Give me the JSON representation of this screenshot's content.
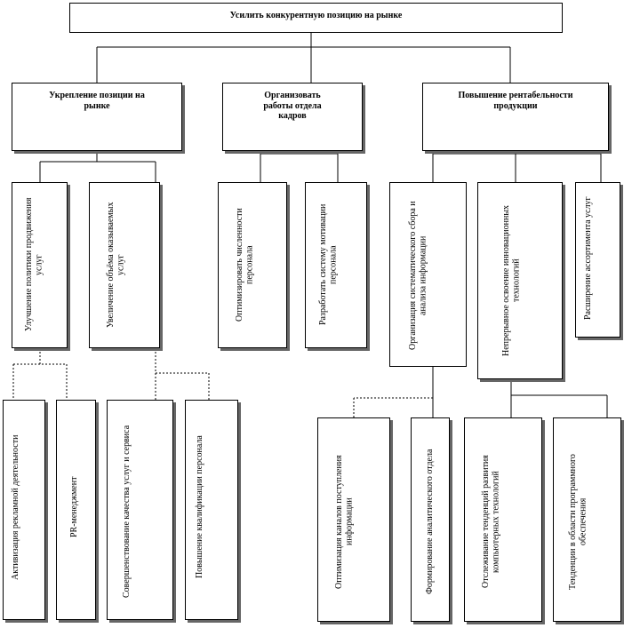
{
  "goal": "Усилить конкурентную позицию на рынке",
  "level1": [
    {
      "label": "Укрепление позиции на рынке"
    },
    {
      "label": "Организовать работы отдела кадров"
    },
    {
      "label": "Повышение рентабельности продукции"
    }
  ],
  "level2": [
    {
      "label": "Улучшение политики продвижения услуг"
    },
    {
      "label": "Увеличение объёма оказываемых услуг"
    },
    {
      "label": "Оптимизировать численности персонала"
    },
    {
      "label": "Разработать систему мотивации персонала"
    },
    {
      "label": "Организация систематического сбора и анализа информации"
    },
    {
      "label": "Непрерывное освоение инновационных технологий"
    },
    {
      "label": "Расширение ассортимента услуг"
    }
  ],
  "level3": [
    {
      "label": "Активизация рекламной деятельности"
    },
    {
      "label": "PR-менеджмент"
    },
    {
      "label": "Совершенствование качества услуг и сервиса"
    },
    {
      "label": "Повышение квалификации персонала"
    },
    {
      "label": "Оптимизация каналов поступления информации"
    },
    {
      "label": "Формирование аналитического отдела"
    },
    {
      "label": "Отслеживание тенденций развития компьютерных технологий"
    },
    {
      "label": "Тенденции в области программного обеспечения"
    }
  ]
}
